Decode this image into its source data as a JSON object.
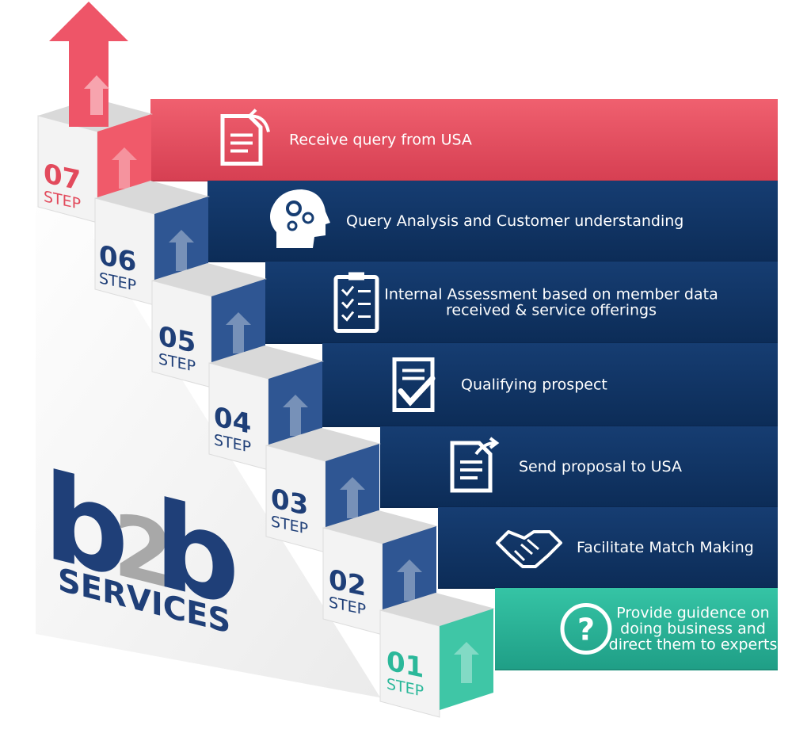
{
  "logo": {
    "part1": "b",
    "part2": "2",
    "part3": "b",
    "subtitle": "SERVICES"
  },
  "colors": {
    "red": "#e24a5c",
    "navy": "#0f3566",
    "teal": "#28b89a",
    "stair_navy": "#2f5693",
    "stair_red": "#f05a6a",
    "stair_teal": "#3fc6a6"
  },
  "steps": [
    {
      "number": "01",
      "word": "STEP",
      "text_lines": [
        "Provide guidence on",
        "doing business and",
        "direct them to experts"
      ],
      "icon": "question-icon",
      "color": "teal"
    },
    {
      "number": "02",
      "word": "STEP",
      "text_lines": [
        "Facilitate Match Making"
      ],
      "icon": "handshake-icon",
      "color": "navy"
    },
    {
      "number": "03",
      "word": "STEP",
      "text_lines": [
        "Send proposal to USA"
      ],
      "icon": "send-document-icon",
      "color": "navy"
    },
    {
      "number": "04",
      "word": "STEP",
      "text_lines": [
        "Qualifying prospect"
      ],
      "icon": "checked-document-icon",
      "color": "navy"
    },
    {
      "number": "05",
      "word": "STEP",
      "text_lines": [
        "Internal Assessment based on member data",
        "received & service offerings"
      ],
      "icon": "checklist-clipboard-icon",
      "color": "navy"
    },
    {
      "number": "06",
      "word": "STEP",
      "text_lines": [
        "Query Analysis and Customer understanding"
      ],
      "icon": "head-gears-icon",
      "color": "navy"
    },
    {
      "number": "07",
      "word": "STEP",
      "text_lines": [
        "Receive query from USA"
      ],
      "icon": "receive-document-icon",
      "color": "red"
    }
  ]
}
